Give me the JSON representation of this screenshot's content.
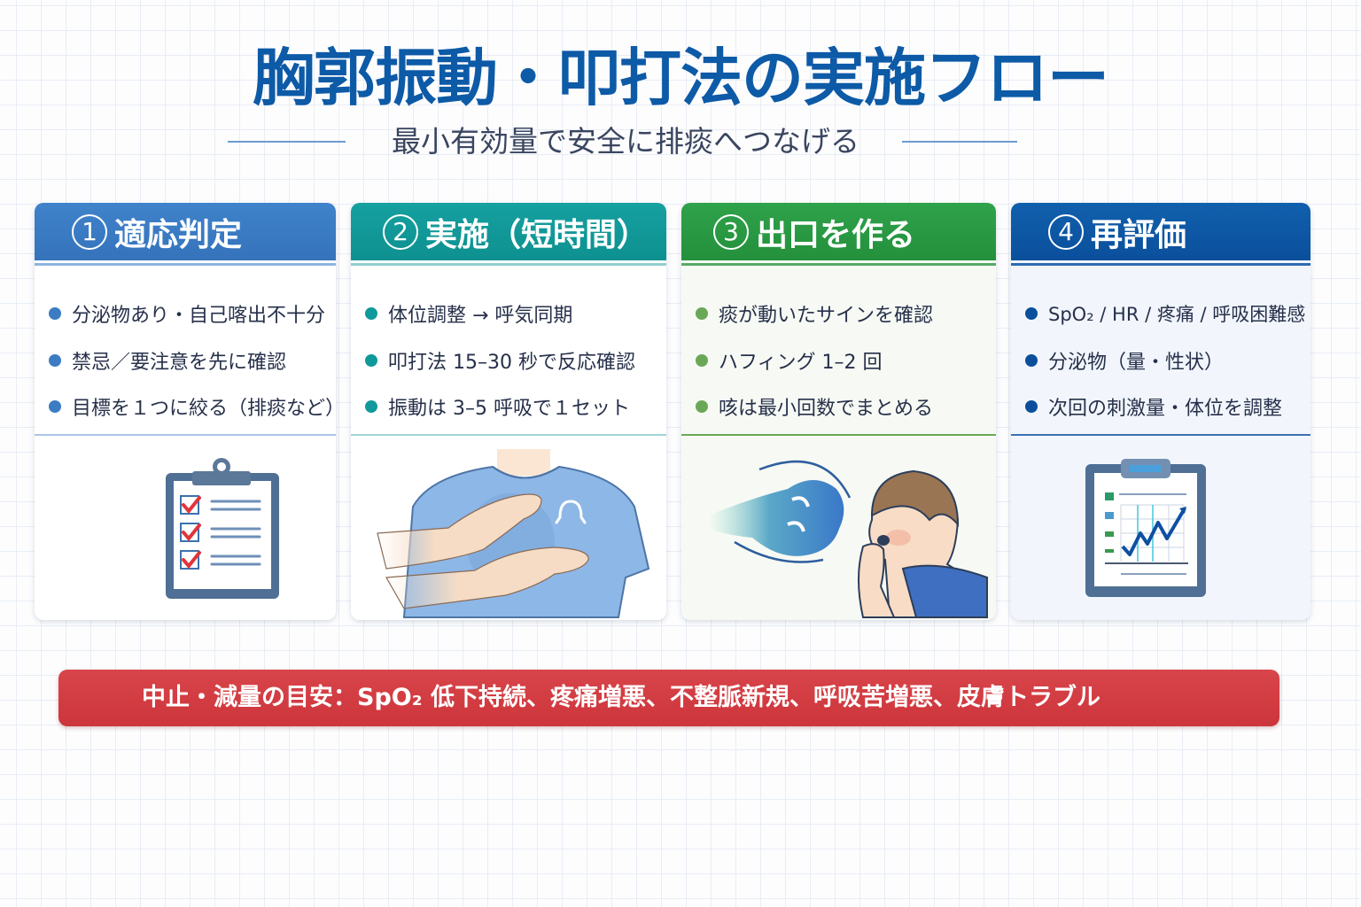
{
  "header": {
    "title": "胸郭振動・叩打法の実施フロー",
    "subtitle": "最小有効量で安全に排痰へつなげる"
  },
  "colors": {
    "title": "#0d5aa7",
    "step1": "#3b7cc4",
    "step2": "#10999a",
    "step3": "#2a9a44",
    "step4": "#0b56a4",
    "warning": "#d13c41"
  },
  "steps": [
    {
      "number": "1",
      "title": "適応判定",
      "icon": "clipboard-checklist-icon",
      "items": [
        "分泌物あり・自己喀出不十分",
        "禁忌／要注意を先に確認",
        "目標を１つに絞る（排痰など）"
      ]
    },
    {
      "number": "2",
      "title": "実施（短時間）",
      "icon": "hands-on-chest-icon",
      "items": [
        "体位調整 → 呼気同期",
        "叩打法 15–30 秒で反応確認",
        "振動は 3–5 呼吸で１セット"
      ]
    },
    {
      "number": "3",
      "title": "出口を作る",
      "icon": "huffing-cough-icon",
      "items": [
        "痰が動いたサインを確認",
        "ハフィング 1–2 回",
        "咳は最小回数でまとめる"
      ]
    },
    {
      "number": "4",
      "title": "再評価",
      "icon": "clipboard-chart-icon",
      "items": [
        "SpO₂ / HR / 疼痛 / 呼吸困難感",
        "分泌物（量・性状）",
        "次回の刺激量・体位を調整"
      ]
    }
  ],
  "warning": {
    "text": "中止・減量の目安：SpO₂ 低下持続、疼痛増悪、不整脈新規、呼吸苦増悪、皮膚トラブル"
  }
}
